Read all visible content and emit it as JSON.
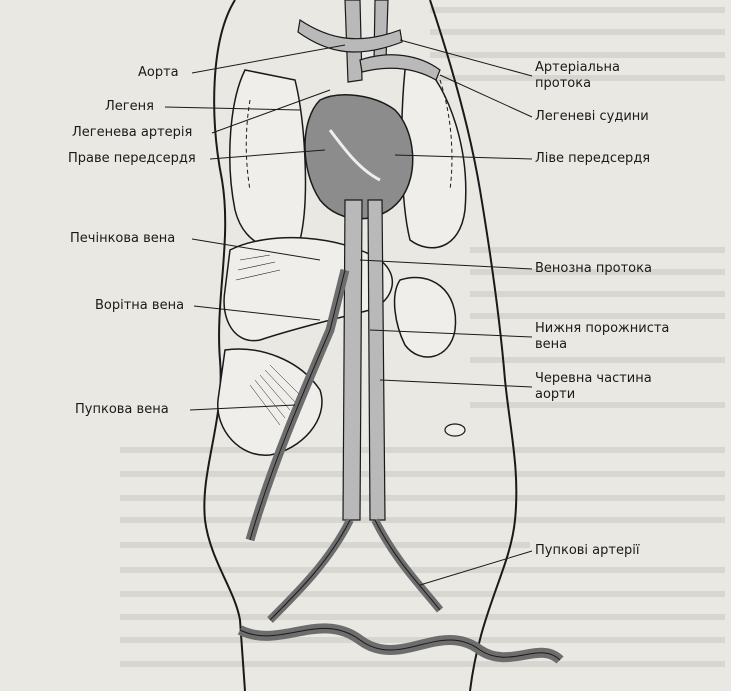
{
  "labels": {
    "aorta": "Аорта",
    "lungs": "Легеня",
    "pulmonary_artery": "Легенева артерія",
    "right_atrium": "Праве передсердя",
    "hepatic_vein": "Печінкова вена",
    "portal_vein": "Ворітна вена",
    "umbilical_vein": "Пупкова вена",
    "ductus_arteriosus": "Артеріальна\nпротока",
    "pulmonary_vessels": "Легеневі судини",
    "left_atrium": "Ліве передсердя",
    "ductus_venosus": "Венозна протока",
    "inferior_vena_cava": "Нижня порожниста\nвена",
    "abdominal_aorta": "Черевна частина\nаорти",
    "umbilical_arteries": "Пупкові артерії"
  },
  "colors": {
    "background": "#e9e8e3",
    "line": "#1a1a1a",
    "vessel_fill": "#b9b9b9",
    "vessel_dark": "#6d6d6d",
    "organ_fill": "#efeeea"
  }
}
